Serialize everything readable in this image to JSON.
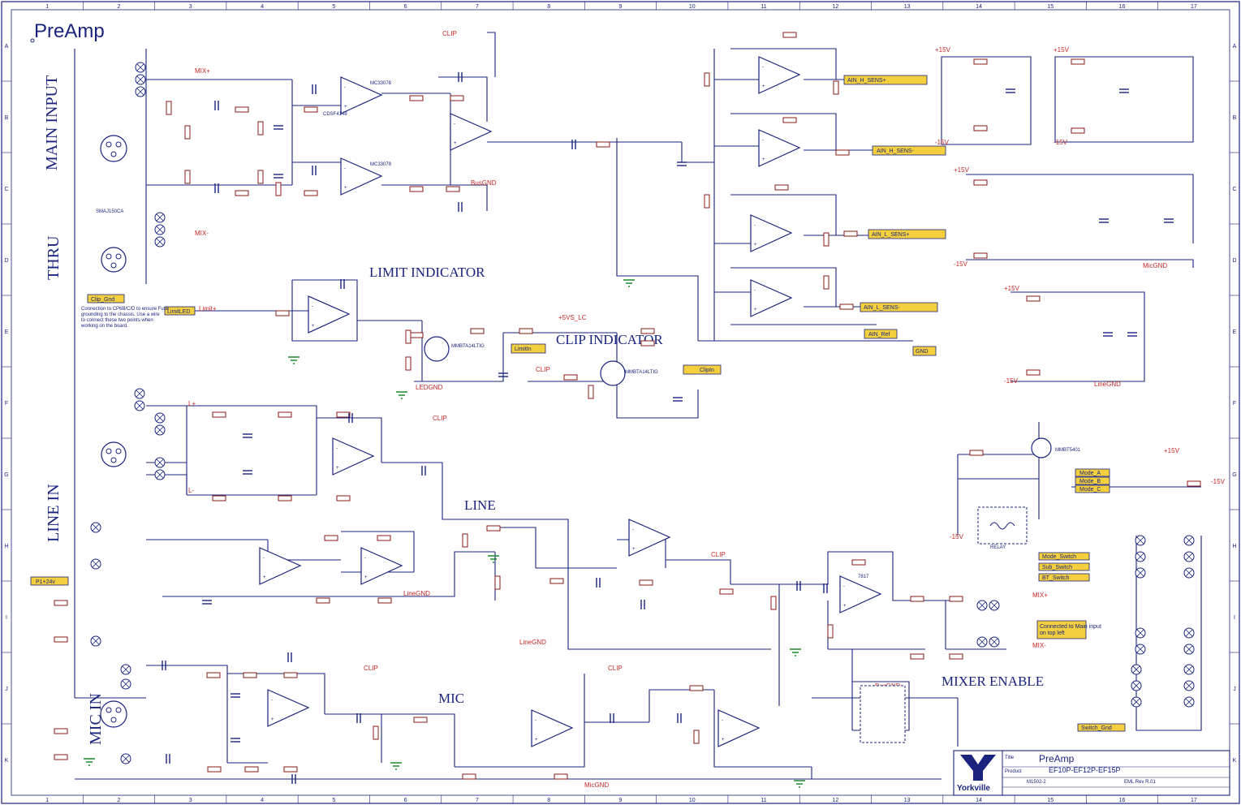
{
  "document": {
    "title": "PreAmp",
    "sections": {
      "main_input": "MAIN INPUT",
      "thru": "THRU",
      "line_in": "LINE IN",
      "mic_in": "MIC IN",
      "limit_indicator": "LIMIT INDICATOR",
      "clip_indicator": "CLIP INDICATOR",
      "line": "LINE",
      "mic": "MIC",
      "mixer_enable": "MIXER ENABLE"
    }
  },
  "grid": {
    "columns": [
      "1",
      "2",
      "3",
      "4",
      "5",
      "6",
      "7",
      "8",
      "9",
      "10",
      "11",
      "12",
      "13",
      "14",
      "15",
      "16",
      "17"
    ],
    "rows": [
      "A",
      "B",
      "C",
      "D",
      "E",
      "F",
      "G",
      "H",
      "I",
      "J",
      "K"
    ]
  },
  "net_labels": {
    "mix_plus": "MIX+",
    "mix": "MIX-",
    "clip": "CLIP",
    "limit_plus": "Limit+",
    "ledgnd": "LEDGND",
    "busgnd": "BusGND",
    "linegnd": "LineGND",
    "micgnd": "MicGND",
    "plus15": "+15V",
    "minus15": "-15V",
    "plus5": "+5VS_LC",
    "l_plus": "L+",
    "l_minus": "L-"
  },
  "tags": {
    "clip_gnd": "Clip_Gnd",
    "limit_led": "LimitLED",
    "line_sens_top": "AIN_H_SENS+",
    "line_sens_mid": "AIN_H_SENS-",
    "line_sens_3": "AIN_L_SENS+",
    "line_sens_4": "AIN_L_SENS-",
    "ain_ref": "AIN_Ref",
    "gnd": "GND",
    "limitin": "LimitIn",
    "clipin": "ClipIn",
    "mode_a": "Mode_A",
    "mode_b": "Mode_B",
    "mode_c": "Mode_C",
    "mode_switch": "Mode_Switch",
    "sub_switch": "Sub_Switch",
    "bt_switch": "BT_Switch",
    "switch_gnd": "Switch_Gnd",
    "p1_24v": "P1+24v"
  },
  "notes": {
    "clip_gnd_note": "Connection to CP6B/C/D to ensure Fuse grounding to the chassis. Use a wire to connect these two points when working on the board.",
    "connected_note": "Connected to Main input on top left"
  },
  "parts": {
    "u9": "MC33078",
    "u10": "MC33078",
    "u11": "7817",
    "q6": "MMBTA14LTIG",
    "q7": "MMBTA14LTIG",
    "q8": "MMBT5401",
    "relay": "RELAY",
    "d_a": "CDSF4148",
    "tvs": "SMAJ150CA"
  },
  "title_block": {
    "title_label": "Title",
    "title_value": "PreAmp",
    "product_label": "Product",
    "product_value": "EF10P-EF12P-EF15P",
    "doc": "M1502-2",
    "sheet": "EML Rev R.01",
    "company": "Yorkville"
  }
}
